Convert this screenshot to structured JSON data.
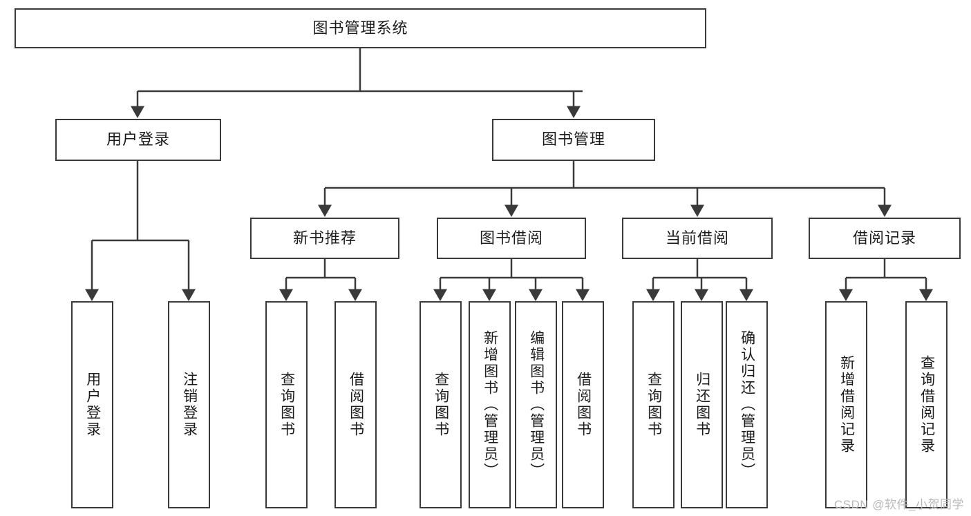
{
  "diagram": {
    "title": "图书管理系统",
    "watermark": "CSDN @软件_小贺同学",
    "line_color": "#3a3a3a",
    "box_fill": "#ffffff",
    "text_color": "#1c1c1c",
    "root": {
      "label": "图书管理系统"
    },
    "level2": [
      {
        "label": "用户登录"
      },
      {
        "label": "图书管理"
      }
    ],
    "level3": [
      {
        "label": "新书推荐"
      },
      {
        "label": "图书借阅"
      },
      {
        "label": "当前借阅"
      },
      {
        "label": "借阅记录"
      }
    ],
    "leaves": {
      "user_login": [
        {
          "label": "用户登录"
        },
        {
          "label": "注销登录"
        }
      ],
      "new_book_recommend": [
        {
          "label": "查询图书"
        },
        {
          "label": "借阅图书"
        }
      ],
      "book_borrow": [
        {
          "label": "查询图书"
        },
        {
          "label": "新增图书（管理员）"
        },
        {
          "label": "编辑图书（管理员）"
        },
        {
          "label": "借阅图书"
        }
      ],
      "current_borrow": [
        {
          "label": "查询图书"
        },
        {
          "label": "归还图书"
        },
        {
          "label": "确认归还（管理员）"
        }
      ],
      "borrow_record": [
        {
          "label": "新增借阅记录"
        },
        {
          "label": "查询借阅记录"
        }
      ]
    }
  }
}
